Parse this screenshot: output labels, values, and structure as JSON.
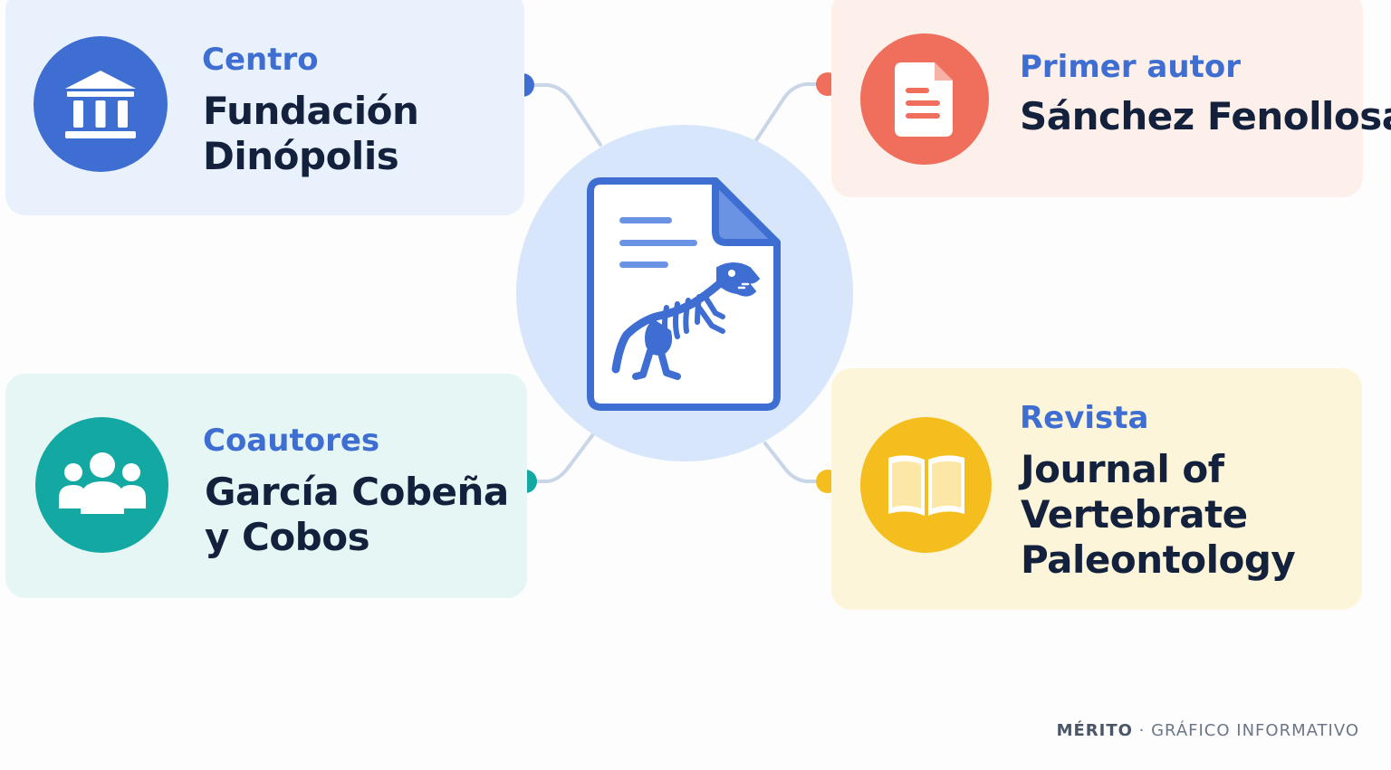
{
  "nodes": {
    "centro": {
      "label": "Centro",
      "lines": [
        "Fundación",
        "Dinópolis"
      ],
      "color": "#3f6ed3",
      "icon": "institution-icon"
    },
    "autor": {
      "label": "Primer autor",
      "lines": [
        "Sánchez Fenollosa"
      ],
      "color": "#ef6f5c",
      "icon": "document-icon"
    },
    "coautores": {
      "label": "Coautores",
      "lines": [
        "García Cobeña",
        "y Cobos"
      ],
      "color": "#14a8a3",
      "icon": "group-icon"
    },
    "revista": {
      "label": "Revista",
      "lines": [
        "Journal of",
        "Vertebrate",
        "Paleontology"
      ],
      "color": "#f5be1f",
      "icon": "open-book-icon"
    }
  },
  "hub": {
    "icon": "fossil-paper-icon",
    "color": "#3f6ed3"
  },
  "footer": {
    "brand": "MÉRITO",
    "separator": " · ",
    "caption": "GRÁFICO INFORMATIVO"
  }
}
